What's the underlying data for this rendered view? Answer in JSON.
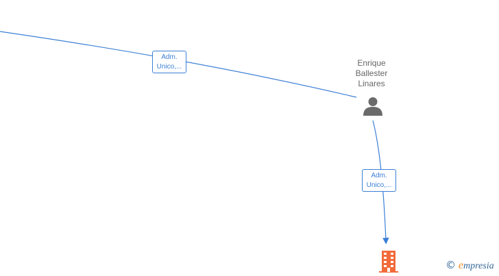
{
  "edges": [
    {
      "label_line1": "Adm.",
      "label_line2": "Unico,..."
    },
    {
      "label_line1": "Adm.",
      "label_line2": "Unico,..."
    }
  ],
  "person": {
    "name_line1": "Enrique",
    "name_line2": "Ballester",
    "name_line3": "Linares",
    "icon": "person-icon"
  },
  "company": {
    "icon": "building-icon"
  },
  "brand": {
    "copyright": "©",
    "initial": "e",
    "rest": "mpresia"
  },
  "colors": {
    "edge": "#3b7fd6",
    "person": "#6b6b6b",
    "company": "#f26b3a",
    "brand": "#336699",
    "brand_accent": "#f08a24"
  }
}
